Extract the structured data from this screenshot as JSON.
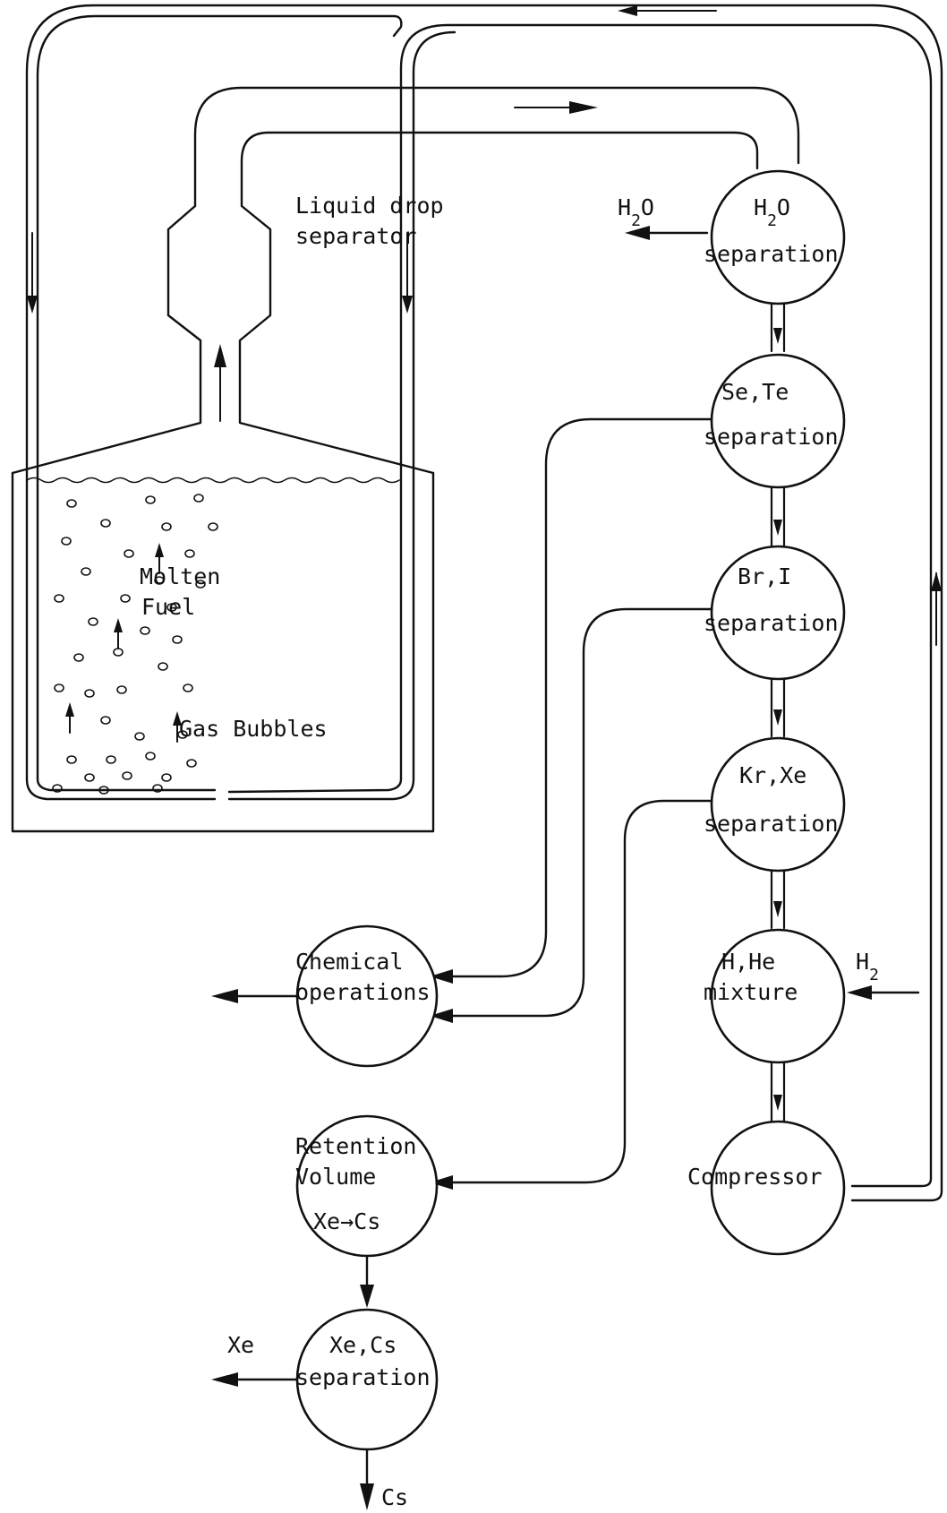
{
  "labels": {
    "liquid_drop_1": "Liquid drop",
    "liquid_drop_2": "separator",
    "molten_1": "Molten",
    "molten_2": "Fuel",
    "gas_bubbles": "Gas Bubbles",
    "h2o_out": "H",
    "h2o_out_sub": "2",
    "h2o_out_tail": "O",
    "h2_in": "H",
    "h2_in_sub": "2",
    "xe_out": "Xe",
    "cs_out": "Cs"
  },
  "nodes": {
    "h2o": {
      "line1": "H",
      "line1_sub": "2",
      "line1_tail": "O",
      "line2": "separation"
    },
    "sete": {
      "line1": "Se,Te",
      "line2": "separation"
    },
    "bri": {
      "line1": "Br,I",
      "line2": "separation"
    },
    "krxe": {
      "line1": "Kr,Xe",
      "line2": "separation"
    },
    "hhe": {
      "line1": "H,He",
      "line2": "mixture"
    },
    "compressor": {
      "line1": "Compressor"
    },
    "chemical": {
      "line1": "Chemical",
      "line2": "operations"
    },
    "retention": {
      "line1": "Retention",
      "line2": "Volume",
      "line3": "Xe→Cs"
    },
    "xecs": {
      "line1": "Xe,Cs",
      "line2": "separation"
    }
  }
}
